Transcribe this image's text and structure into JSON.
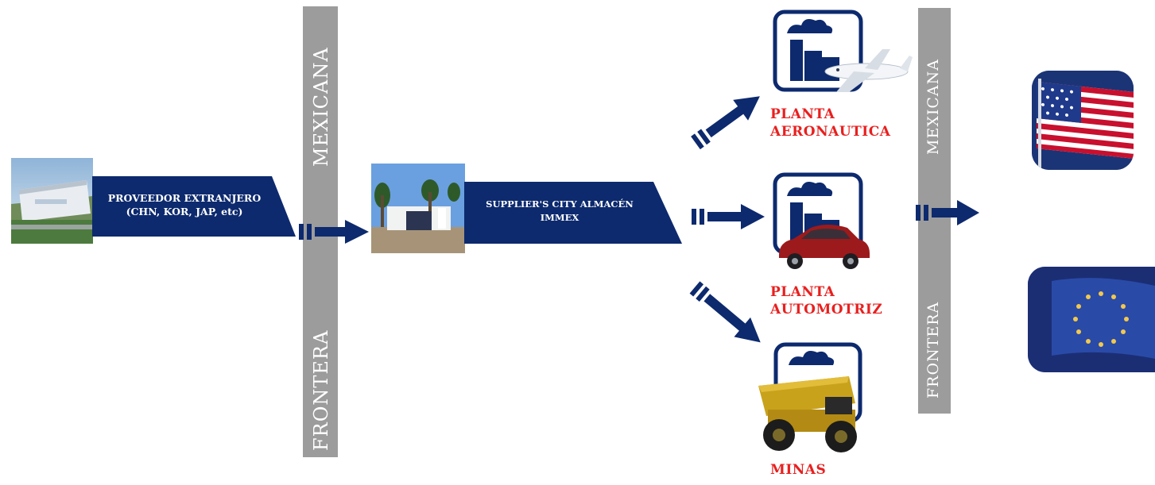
{
  "border_labels": {
    "left_top": "MEXICANA",
    "left_bottom": "FRONTERA",
    "right_top": "MEXICANA",
    "right_bottom": "FRONTERA"
  },
  "supplier_banner": {
    "line1": "PROVEEDOR EXTRANJERO",
    "line2": "(CHN, KOR, JAP, etc)"
  },
  "warehouse_banner": {
    "line1": "SUPPLIER'S CITY ALMACÉN",
    "line2": "IMMEX"
  },
  "plants": [
    {
      "line1": "PLANTA",
      "line2": "AERONAUTICA"
    },
    {
      "line1": "PLANTA",
      "line2": "AUTOMOTRIZ"
    },
    {
      "line1": "MINAS",
      "line2": ""
    }
  ],
  "colors": {
    "navy": "#0d2a6e",
    "border_gray": "#9c9c9c",
    "label_red": "#e8201f"
  }
}
